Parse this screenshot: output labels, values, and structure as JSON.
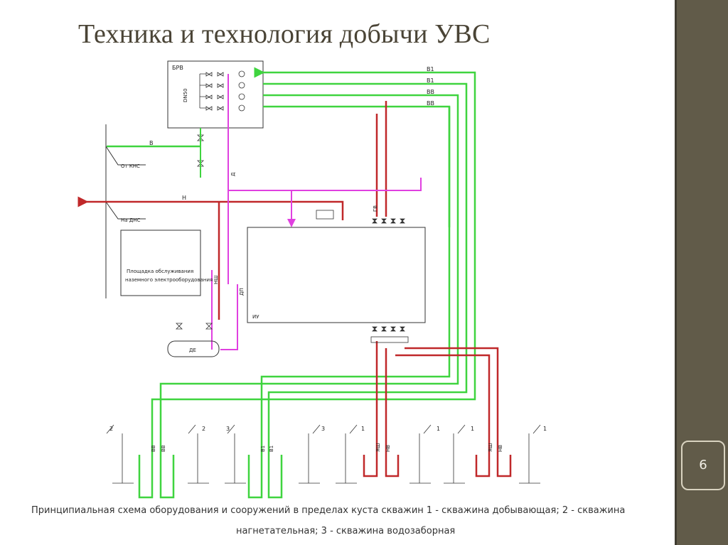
{
  "slide": {
    "title": "Техника и технология добычи УВС",
    "page_number": "6",
    "caption_line1": "Принципиальная схема оборудования и сооружений в пределах куста скважин 1 - скважина добывающая; 2 - скважина",
    "caption_line2": "нагнетательная; 3 - скважина водозаборная"
  },
  "diagram": {
    "brv_label": "БРВ",
    "dn_label": "DN50",
    "line_labels": [
      "В1",
      "В1",
      "ВВ",
      "ВВ"
    ],
    "water_line": "В",
    "oil_line": "Н",
    "from_kns": "От КНС",
    "to_dns": "На ДНС",
    "platform_line1": "Площадка обслуживания",
    "platform_line2": "наземного электрооборудования",
    "iu_label": "ИУ",
    "de_label": "ДЕ",
    "drain_label": "Д",
    "nsh_label": "НШ",
    "gv_label": "ГВ",
    "dr_label": "ДП",
    "bottom_pair_labels": [
      "ВВ",
      "ВВ",
      "В1",
      "В1",
      "ЯШ",
      "НВ",
      "ЯШ",
      "НВ"
    ],
    "well_numbers": [
      "2",
      "2",
      "3",
      "3",
      "1",
      "1",
      "1",
      "1"
    ]
  },
  "colors": {
    "green": "#3fd43f",
    "red": "#c0282a",
    "magenta": "#e040e0",
    "sidebar": "#615b49"
  }
}
